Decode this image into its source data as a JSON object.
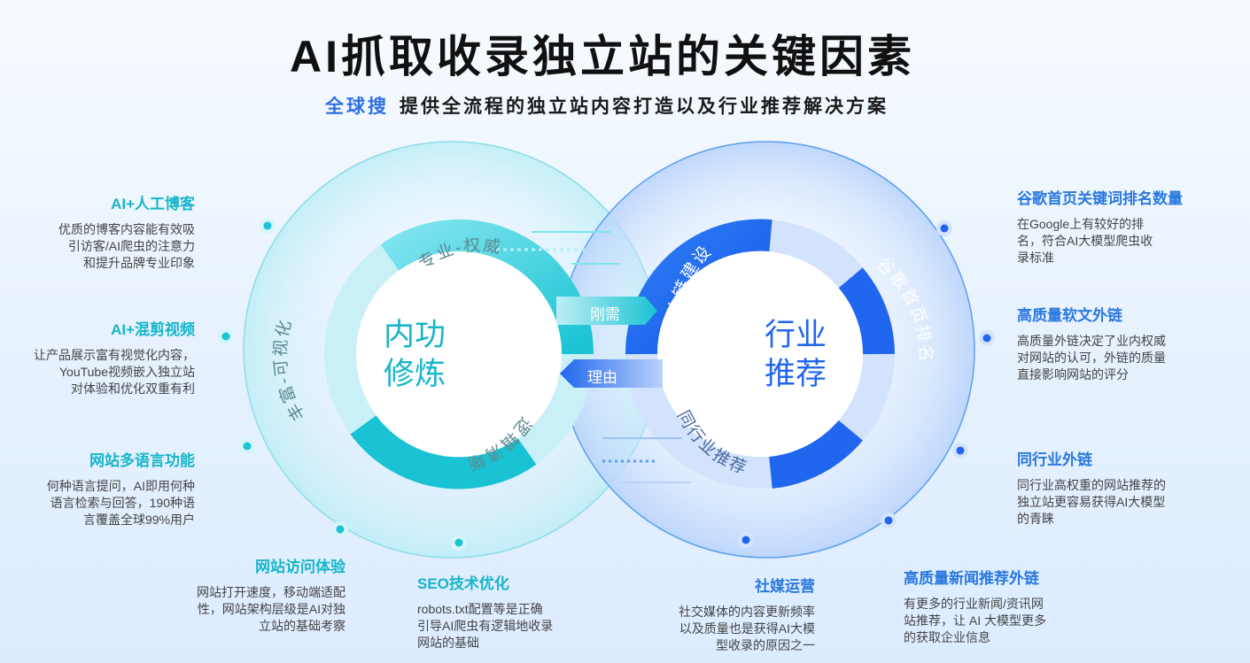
{
  "header": {
    "title": "AI抓取收录独立站的关键因素",
    "brand": "全球搜",
    "tagline": "提供全流程的独立站内容打造以及行业推荐解决方案"
  },
  "diagram": {
    "left_center": {
      "line1": "内功",
      "line2": "修炼"
    },
    "right_center": {
      "line1": "行业",
      "line2": "推荐"
    },
    "left_ring_labels": {
      "top": "专业-权威",
      "left": "丰富-可视化",
      "bottom": "逻辑清晰"
    },
    "right_ring_labels": {
      "top": "外链建设",
      "right": "谷歌首页排名",
      "bottom": "同行业推荐"
    },
    "arrow_to_right": "刚需",
    "arrow_to_left": "理由"
  },
  "left_blocks": [
    {
      "title": "AI+人工博客",
      "desc": [
        "优质的博客内容能有效吸",
        "引访客/AI爬虫的注意力",
        "和提升品牌专业印象"
      ]
    },
    {
      "title": "AI+混剪视频",
      "desc": [
        "让产品展示富有视觉化内容，",
        "YouTube视频嵌入独立站",
        "对体验和优化双重有利"
      ]
    },
    {
      "title": "网站多语言功能",
      "desc": [
        "何种语言提问，AI即用何种",
        "语言检索与回答，190种语",
        "言覆盖全球99%用户"
      ]
    },
    {
      "title": "网站访问体验",
      "desc": [
        "网站打开速度，移动端适配",
        "性，网站架构层级是AI对独",
        "立站的基础考察"
      ]
    },
    {
      "title": "SEO技术优化",
      "desc": [
        "robots.txt配置等是正确",
        "引导AI爬虫有逻辑地收录",
        "网站的基础"
      ]
    }
  ],
  "right_blocks": [
    {
      "title": "谷歌首页关键词排名数量",
      "desc": [
        "在Google上有较好的排",
        "名，符合AI大模型爬虫收",
        "录标准"
      ]
    },
    {
      "title": "高质量软文外链",
      "desc": [
        "高质量外链决定了业内权威",
        "对网站的认可，外链的质量",
        "直接影响网站的评分"
      ]
    },
    {
      "title": "同行业外链",
      "desc": [
        "同行业高权重的网站推荐的",
        "独立站更容易获得AI大模型",
        "的青睐"
      ]
    },
    {
      "title": "高质量新闻推荐外链",
      "desc": [
        "有更多的行业新闻/资讯网",
        "站推荐，让 AI 大模型更多",
        "的获取企业信息"
      ]
    },
    {
      "title": "社媒运营",
      "desc": [
        "社交媒体的内容更新频率",
        "以及质量也是获得AI大模",
        "型收录的原因之一"
      ]
    }
  ],
  "colors": {
    "cyan": "#19c3d3",
    "blue": "#2166ee",
    "title_left": "#17b5c9",
    "title_right": "#2a78df"
  }
}
